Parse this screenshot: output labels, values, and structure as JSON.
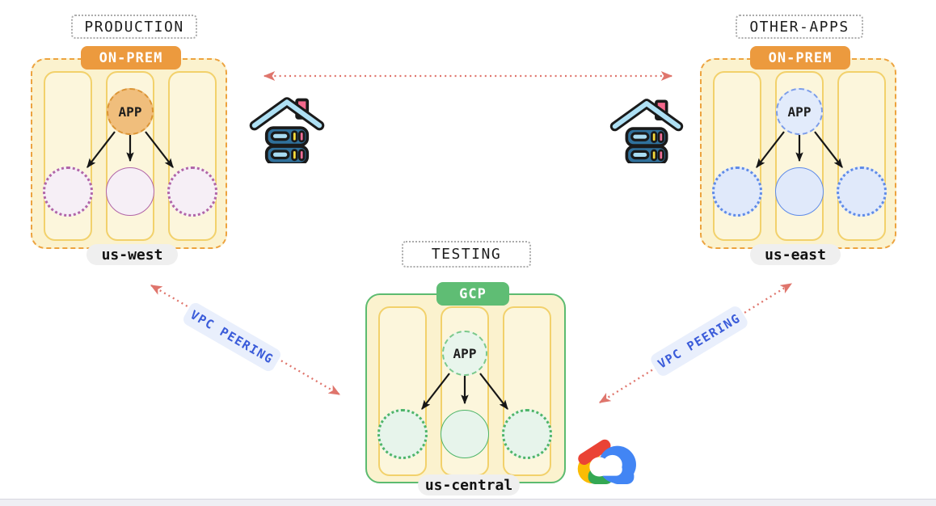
{
  "diagram": {
    "regions": [
      {
        "env": "PRODUCTION",
        "platform": "ON-PREM",
        "app": "APP",
        "region": "us-west"
      },
      {
        "env": "OTHER-APPS",
        "platform": "ON-PREM",
        "app": "APP",
        "region": "us-east"
      },
      {
        "env": "TESTING",
        "platform": "GCP",
        "app": "APP",
        "region": "us-central"
      }
    ],
    "connections": {
      "onprem_link": {
        "style": "red-dotted-double-arrow"
      },
      "left_peering": {
        "label": "VPC PEERING",
        "style": "red-dotted-double-arrow"
      },
      "right_peering": {
        "label": "VPC PEERING",
        "style": "red-dotted-double-arrow"
      }
    },
    "icons": {
      "left_onprem": "house-server-icon",
      "right_onprem": "house-server-icon",
      "gcp": "google-cloud-icon"
    },
    "colors": {
      "onprem_badge": "#EC9A3E",
      "gcp_badge": "#5FBD74",
      "container_fill": "#FBF2CE",
      "container_border_orange": "#EDA33F",
      "container_border_green": "#5CBB70",
      "column_border": "#F2D16B",
      "column_fill": "#FCF6DC",
      "label_box_border": "#ABABAB",
      "pill_bg": "#EFEFEF",
      "arrow_black": "#161616",
      "arrow_red": "#DF756C",
      "vpc_text": "#3A5BD9",
      "vpc_bg": "#E9EFFC",
      "west_accent": "#B165A8",
      "west_fill": "#F6EFF6",
      "west_app_fill": "#F0BE7C",
      "west_app_border": "#DB9434",
      "east_accent": "#5F8BE8",
      "east_fill": "#E0E9FA",
      "east_app_fill": "#E2EBFB",
      "east_app_border": "#7C9DE9",
      "central_accent": "#4EB56A",
      "central_fill": "#E7F4EB",
      "central_app_fill": "#E8F5EC",
      "central_app_border": "#7BC98D",
      "bottom_bar": "#EFEFF4",
      "bottom_bar_border": "#D6D6DF"
    }
  }
}
